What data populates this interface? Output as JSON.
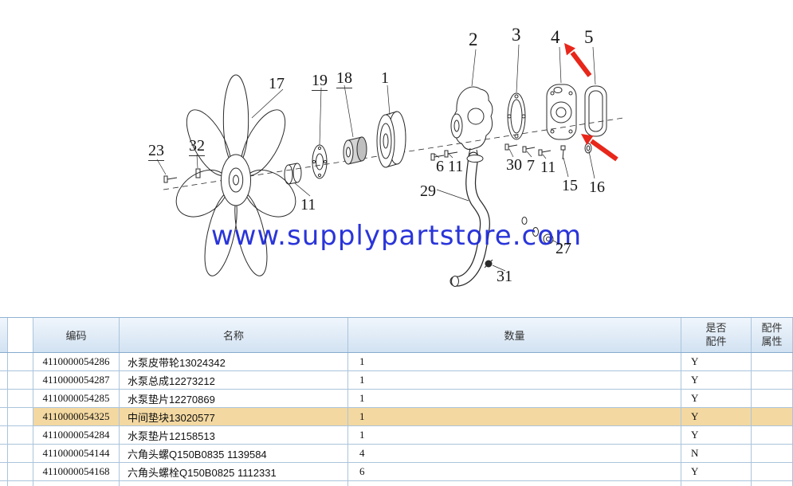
{
  "watermark": {
    "text": "www.supplypartstore.com",
    "color": "#1f2bd8"
  },
  "diagram": {
    "arrow_color": "#e8261a",
    "callouts": [
      {
        "label": "2"
      },
      {
        "label": "3"
      },
      {
        "label": "4"
      },
      {
        "label": "5"
      },
      {
        "label": "17"
      },
      {
        "label": "19"
      },
      {
        "label": "18"
      },
      {
        "label": "1"
      },
      {
        "label": "23"
      },
      {
        "label": "32"
      },
      {
        "label": "11"
      },
      {
        "label": "6"
      },
      {
        "label": "11"
      },
      {
        "label": "30"
      },
      {
        "label": "7"
      },
      {
        "label": "11"
      },
      {
        "label": "29"
      },
      {
        "label": "15"
      },
      {
        "label": "16"
      },
      {
        "label": "31"
      },
      {
        "label": "27"
      }
    ]
  },
  "table": {
    "headers": {
      "code": "编码",
      "name": "名称",
      "qty": "数量",
      "is_fitting": "是否配件",
      "attr": "配件属性"
    },
    "colors": {
      "highlight": "#f3d8a1",
      "header_bg": "#d2e2f2",
      "grid_line": "#aac4dc"
    },
    "rows": [
      {
        "code": "4110000054286",
        "name": "水泵皮带轮13024342",
        "qty": "1",
        "fit": "Y",
        "attr": ""
      },
      {
        "code": "4110000054287",
        "name": "水泵总成12273212",
        "qty": "1",
        "fit": "Y",
        "attr": ""
      },
      {
        "code": "4110000054285",
        "name": "水泵垫片12270869",
        "qty": "1",
        "fit": "Y",
        "attr": ""
      },
      {
        "code": "4110000054325",
        "name": "中间垫块13020577",
        "qty": "1",
        "fit": "Y",
        "attr": ""
      },
      {
        "code": "4110000054284",
        "name": "水泵垫片12158513",
        "qty": "1",
        "fit": "Y",
        "attr": ""
      },
      {
        "code": "4110000054144",
        "name": "六角头螺Q150B0835 1139584",
        "qty": "4",
        "fit": "N",
        "attr": ""
      },
      {
        "code": "4110000054168",
        "name": "六角头螺栓Q150B0825 1112331",
        "qty": "6",
        "fit": "Y",
        "attr": ""
      }
    ]
  }
}
